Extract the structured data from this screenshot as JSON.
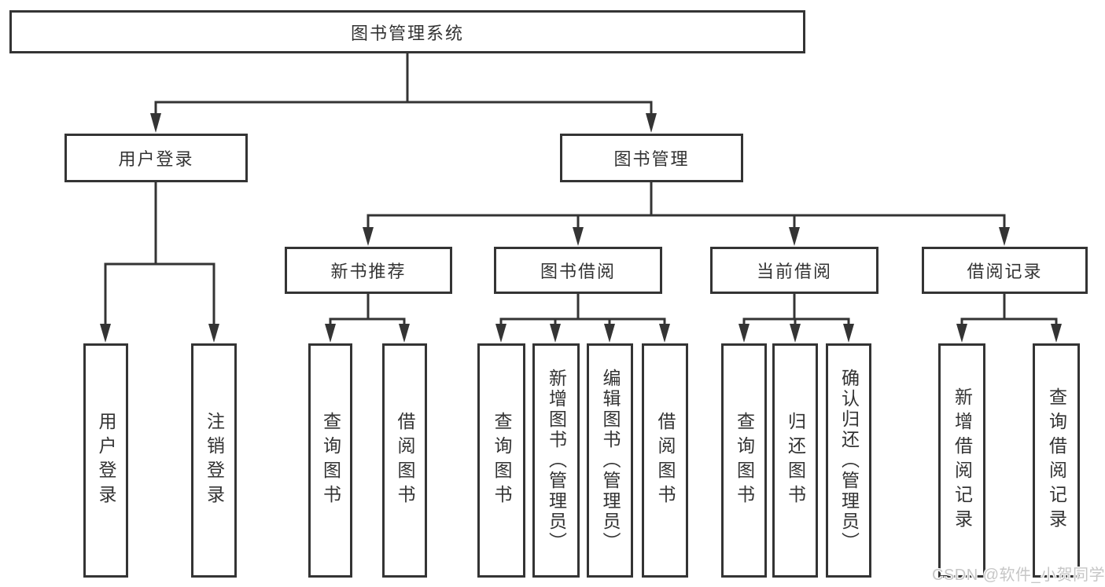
{
  "colors": {
    "line": "#343434",
    "text": "#333333",
    "watermark": "#c6c6c6",
    "background": "#ffffff"
  },
  "diagram": {
    "root": {
      "label": "图书管理系统"
    },
    "branches": [
      {
        "label": "用户登录",
        "children": [
          {
            "label": "用户登录"
          },
          {
            "label": "注销登录"
          }
        ]
      },
      {
        "label": "图书管理",
        "children": [
          {
            "label": "新书推荐",
            "children": [
              {
                "label": "查询图书"
              },
              {
                "label": "借阅图书"
              }
            ]
          },
          {
            "label": "图书借阅",
            "children": [
              {
                "label": "查询图书"
              },
              {
                "label": "新增图书（管理员）"
              },
              {
                "label": "编辑图书（管理员）"
              },
              {
                "label": "借阅图书"
              }
            ]
          },
          {
            "label": "当前借阅",
            "children": [
              {
                "label": "查询图书"
              },
              {
                "label": "归还图书"
              },
              {
                "label": "确认归还（管理员）"
              }
            ]
          },
          {
            "label": "借阅记录",
            "children": [
              {
                "label": "新增借阅记录"
              },
              {
                "label": "查询借阅记录"
              }
            ]
          }
        ]
      }
    ],
    "watermark": "CSDN @软件_小贺同学"
  }
}
